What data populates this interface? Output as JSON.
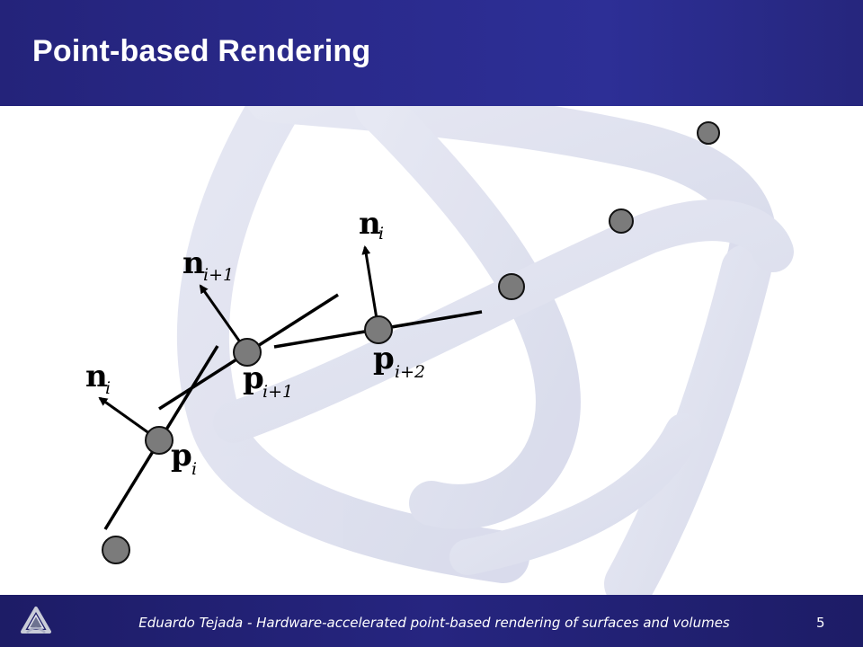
{
  "slide": {
    "title": "Point-based Rendering",
    "footer_text": "Eduardo Tejada - Hardware-accelerated point-based rendering of surfaces and volumes",
    "page_number": "5"
  },
  "diagram": {
    "labels": {
      "n_symbol": "n",
      "p_symbol": "p",
      "sub_i": "i",
      "sub_i_plus_1": "i+1",
      "sub_i_plus_2": "i+2"
    },
    "colors": {
      "point_fill": "#7b7b7b",
      "point_stroke": "#111111",
      "line": "#000000"
    }
  },
  "icons": {
    "footer_logo": "logo-icon",
    "background": "knot-background-icon"
  }
}
